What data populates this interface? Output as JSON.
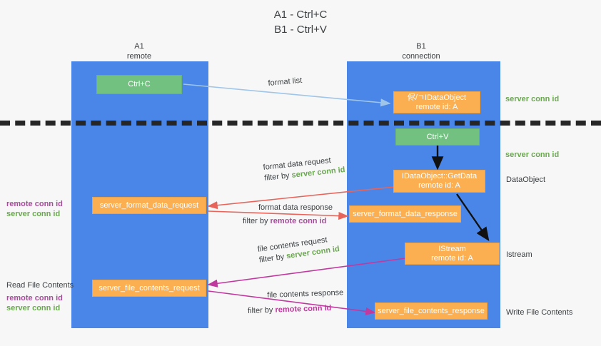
{
  "title": "A1 - Ctrl+C\nB1 - Ctrl+V",
  "colors": {
    "lane": "#4a86e8",
    "box_orange": "#fbaf50",
    "box_green": "#73c181",
    "server_conn_id": "#6aa84f",
    "remote_conn_id": "#a64d9a",
    "file_flow": "#c0399f",
    "format_flow": "#e8645a",
    "format_list_flow": "#9fc5e8",
    "divider": "#262626",
    "background": "#f7f7f7"
  },
  "columns": {
    "left": {
      "name": "A1",
      "role": "remote",
      "header": "A1\nremote"
    },
    "right": {
      "name": "B1",
      "role": "connection",
      "header": "B1\nconnection"
    }
  },
  "boxes": {
    "ctrl_c": "Ctrl+C",
    "offer_data_object": "侭/ㄱIDataObject\nremote id: A",
    "ctrl_v": "Ctrl+V",
    "get_data": "IDataObject::GetData\nremote id: A",
    "server_format_data_request": "server_format_data_request",
    "server_format_data_response": "server_format_data_response",
    "istream": "IStream\nremote id: A",
    "server_file_contents_request": "server_file_contents_request",
    "server_file_contents_response": "server_file_contents_response"
  },
  "flow_labels": {
    "format_list": "format list",
    "format_data_request": {
      "line1": "format data request",
      "prefix": "filter by ",
      "token": "server conn id"
    },
    "format_data_response": {
      "line1": "format data response",
      "prefix": "filter by ",
      "token": "remote conn id"
    },
    "file_contents_request": {
      "line1": "file contents request",
      "prefix": "filter by ",
      "token": "server conn id"
    },
    "file_contents_response": {
      "line1": "file contents response",
      "prefix": "filter by ",
      "token": "remote conn id"
    }
  },
  "annotations": {
    "right_server_conn_id_top": "server conn id",
    "right_server_conn_id_mid": "server conn id",
    "right_data_object": "DataObject",
    "right_istream": "Istream",
    "right_write_file_contents": "Write File Contents",
    "left_remote_conn_id_1": "remote conn id",
    "left_server_conn_id_1": "server conn id",
    "left_read_file_contents": "Read File Contents",
    "left_remote_conn_id_2": "remote conn id",
    "left_server_conn_id_2": "server conn id"
  }
}
